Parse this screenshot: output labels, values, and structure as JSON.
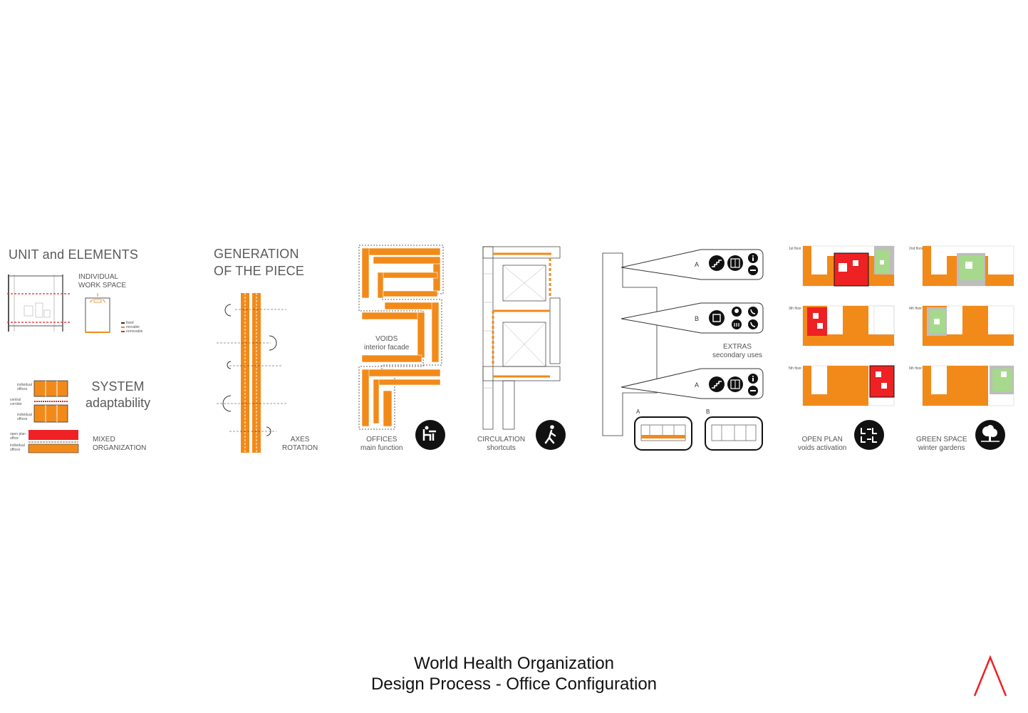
{
  "colors": {
    "orange": "#f28a1a",
    "red": "#ee2124",
    "green": "#a6d98c",
    "grey": "#bdbdbd",
    "black": "#111111"
  },
  "unit": {
    "title": "UNIT and ELEMENTS",
    "workspace": [
      "INDIVIDUAL",
      "WORK SPACE"
    ],
    "legend": [
      "fixed",
      "movable",
      "removable"
    ]
  },
  "system": {
    "title": [
      "SYSTEM",
      "adaptability"
    ],
    "small": {
      "individual_offices": [
        "individual",
        "offices"
      ],
      "central_corridor": [
        "central",
        "corridor"
      ],
      "open_plan": [
        "open plan",
        "office"
      ]
    },
    "mixed": [
      "MIXED",
      "ORGANIZATION"
    ]
  },
  "generation": {
    "title": [
      "GENERATION",
      "OF THE PIECE"
    ],
    "axes": [
      "AXES",
      "ROTATION"
    ]
  },
  "offices": {
    "voids": [
      "VOIDS",
      "interior facade"
    ],
    "label": [
      "OFFICES",
      "main function"
    ],
    "icon": "person-sitting-icon"
  },
  "circulation": {
    "label": [
      "CIRCULATION",
      "shortcuts"
    ],
    "icon": "person-walking-icon"
  },
  "extras": {
    "letters": [
      "A",
      "B",
      "A"
    ],
    "label": [
      "EXTRAS",
      "secondary uses"
    ],
    "plan_labels": [
      "A",
      "B"
    ],
    "icons_a": [
      "stairs-icon",
      "elevator-icon",
      "info-icon",
      "no-entry-icon"
    ],
    "icons_b": [
      "cafe-icon",
      "food-icon",
      "toilets-icon",
      "phone-icon"
    ]
  },
  "open_plan": {
    "floors": [
      "1st floor",
      "3th floor",
      "5th floor"
    ],
    "label": [
      "OPEN PLAN",
      "voids activation"
    ],
    "icon": "meeting-icon"
  },
  "green": {
    "floors": [
      "2nd floor",
      "4th floor",
      "6th floor"
    ],
    "label": [
      "GREEN SPACE",
      "winter gardens"
    ],
    "icon": "tree-icon"
  },
  "footer": {
    "line1": "World Health Organization",
    "line2": "Design Process - Office Configuration",
    "logo": "architect-logo"
  }
}
